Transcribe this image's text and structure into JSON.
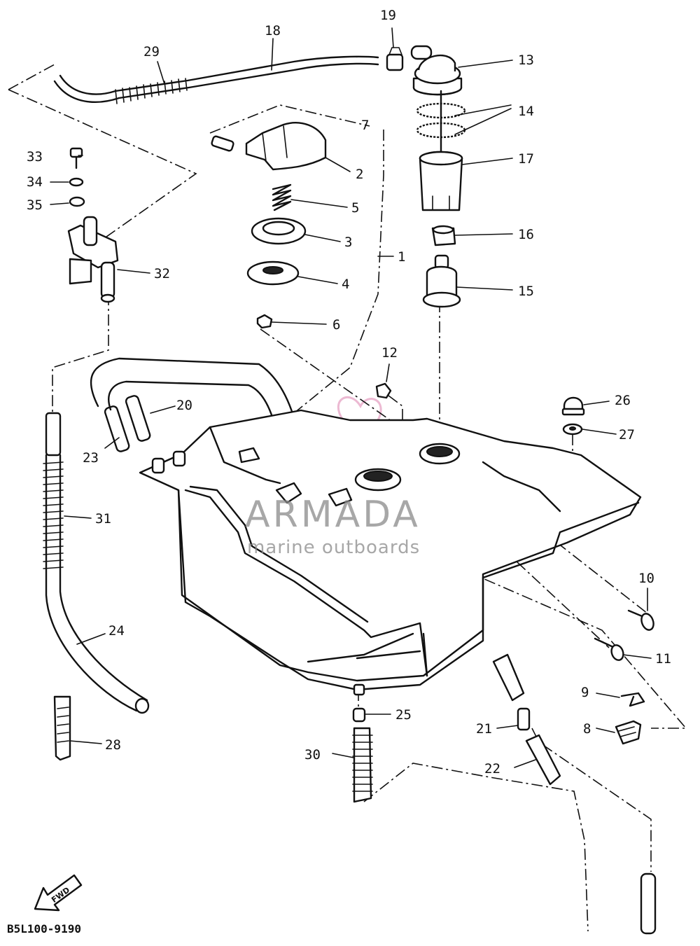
{
  "diagram": {
    "drawing_code": "B5L100-9190",
    "fwd_label": "FWD",
    "watermark": {
      "brand": "ARMADA",
      "tagline": "marine outboards"
    },
    "callouts": [
      "1",
      "2",
      "3",
      "4",
      "5",
      "6",
      "7",
      "8",
      "9",
      "10",
      "11",
      "12",
      "13",
      "14",
      "15",
      "16",
      "17",
      "18",
      "19",
      "20",
      "21",
      "22",
      "23",
      "24",
      "25",
      "26",
      "27",
      "28",
      "29",
      "30",
      "31",
      "32",
      "33",
      "34",
      "35"
    ],
    "colors": {
      "line": "#111111",
      "watermark_logo": "#e8a8c8",
      "watermark_text": "#8a8a8a"
    }
  }
}
